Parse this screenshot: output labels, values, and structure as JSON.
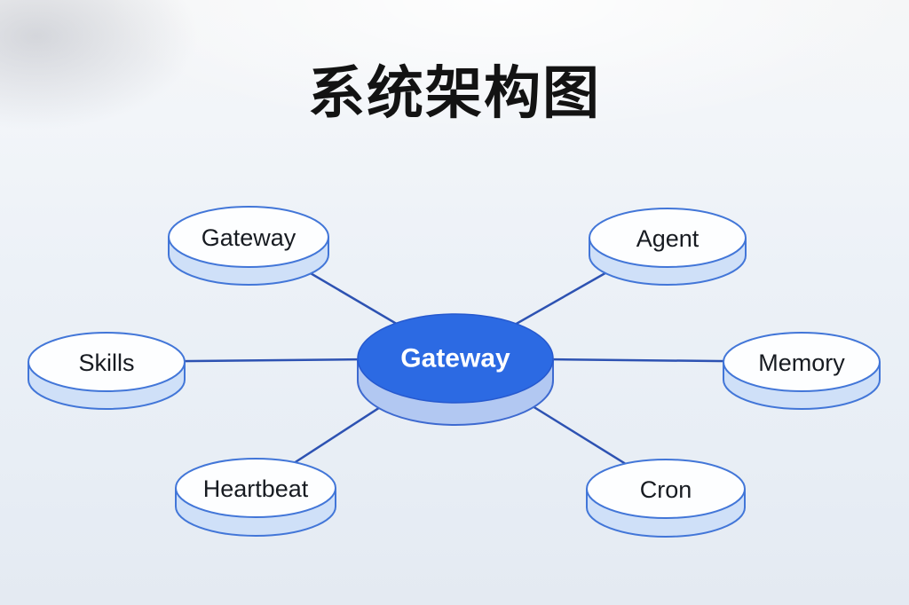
{
  "title": "系统架构图",
  "diagram": {
    "type": "hub-and-spoke",
    "center": {
      "id": "gateway-hub",
      "label": "Gateway"
    },
    "satellites": [
      {
        "id": "gateway",
        "label": "Gateway",
        "position": "top-left"
      },
      {
        "id": "agent",
        "label": "Agent",
        "position": "top-right"
      },
      {
        "id": "skills",
        "label": "Skills",
        "position": "left"
      },
      {
        "id": "memory",
        "label": "Memory",
        "position": "right"
      },
      {
        "id": "heartbeat",
        "label": "Heartbeat",
        "position": "bottom-left"
      },
      {
        "id": "cron",
        "label": "Cron",
        "position": "bottom-right"
      }
    ],
    "edges": [
      {
        "from": "gateway-hub",
        "to": "gateway"
      },
      {
        "from": "gateway-hub",
        "to": "agent"
      },
      {
        "from": "gateway-hub",
        "to": "skills"
      },
      {
        "from": "gateway-hub",
        "to": "memory"
      },
      {
        "from": "gateway-hub",
        "to": "heartbeat"
      },
      {
        "from": "gateway-hub",
        "to": "cron"
      }
    ],
    "colors": {
      "center_fill": "#2c6ae3",
      "center_rim": "#b2c8f2",
      "center_text": "#ffffff",
      "satellite_fill": "#fdfeff",
      "satellite_rim": "#cfe0f8",
      "satellite_text": "#171b21",
      "outline": "#4276d8",
      "edge": "#2d52b2",
      "title_text": "#131313"
    }
  }
}
